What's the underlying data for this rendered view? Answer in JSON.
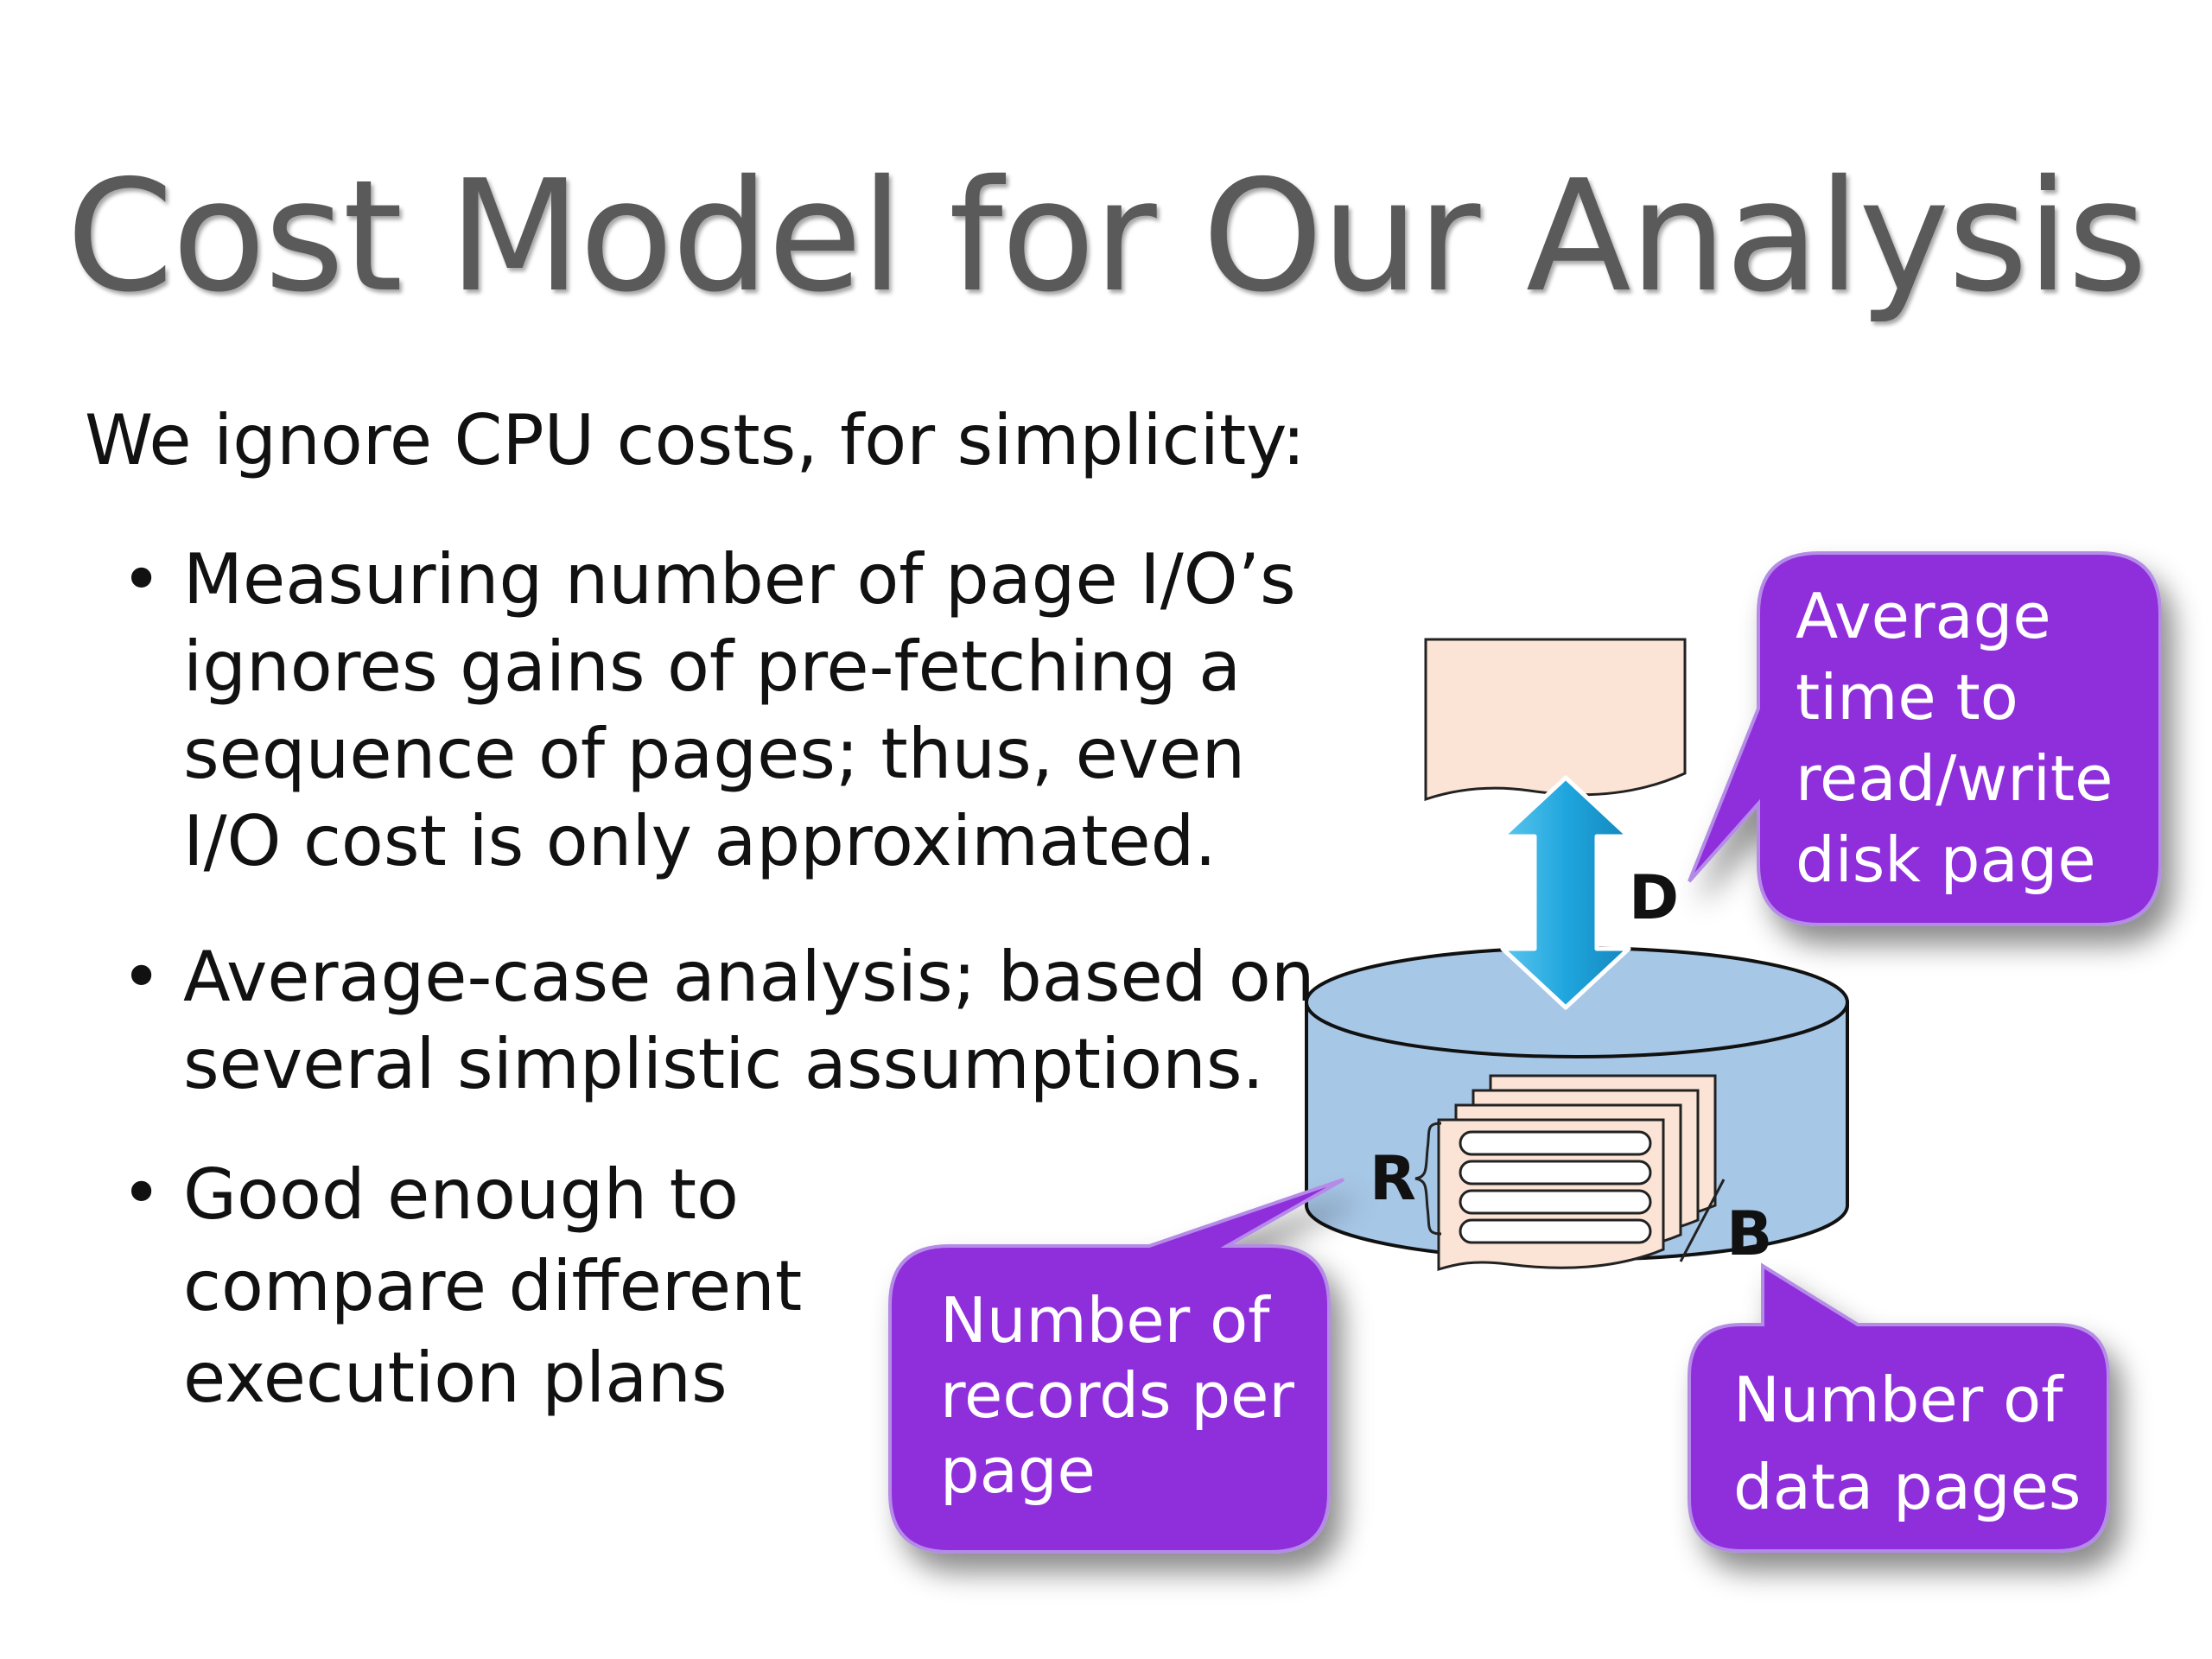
{
  "slide": {
    "title": "Cost Model for Our Analysis",
    "intro": "We ignore CPU costs, for simplicity:",
    "bullet_symbol": "•",
    "bullets": [
      {
        "lines": [
          "Measuring number of page I/O’s",
          "ignores gains of pre-fetching a",
          "sequence of pages; thus, even",
          "I/O cost is only approximated."
        ]
      },
      {
        "lines": [
          "Average-case analysis; based on",
          "several simplistic assumptions."
        ]
      },
      {
        "lines": [
          "Good enough to",
          "compare different",
          "execution plans"
        ]
      }
    ]
  },
  "diagram": {
    "labels": {
      "d": "D",
      "r": "R",
      "b": "B"
    },
    "callouts": {
      "disk_time": {
        "lines": [
          "Average",
          "time to",
          "read/write",
          "disk page"
        ]
      },
      "records_per_page": {
        "lines": [
          "Number of",
          "records per",
          "page"
        ]
      },
      "data_pages": {
        "lines": [
          "Number of",
          "data pages"
        ]
      }
    }
  },
  "colors": {
    "callout_fill": "#8f2fdb",
    "disk_fill": "#a7c7e7",
    "page_fill": "#fbe4d5",
    "arrow_fill": "#1fa6de",
    "title": "#5a5a5a"
  }
}
